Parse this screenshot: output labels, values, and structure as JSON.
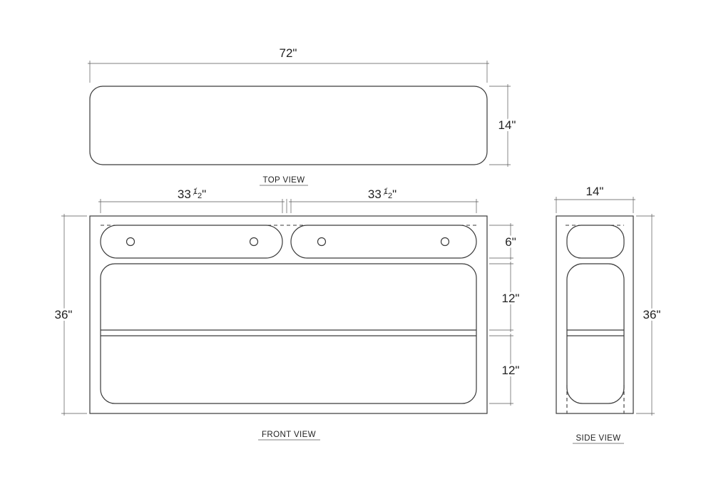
{
  "top_view": {
    "width_label": "72\"",
    "depth_label": "14\"",
    "caption": "TOP VIEW"
  },
  "front_view": {
    "left_drawer_width": {
      "whole": "33",
      "num": "1",
      "den": "2",
      "unit": "\""
    },
    "right_drawer_width": {
      "whole": "33",
      "num": "1",
      "den": "2",
      "unit": "\""
    },
    "height_label": "36\"",
    "drawer_height_label": "6\"",
    "upper_shelf_label": "12\"",
    "lower_shelf_label": "12\"",
    "caption": "FRONT VIEW"
  },
  "side_view": {
    "depth_label": "14\"",
    "height_label": "36\"",
    "caption": "SIDE VIEW"
  }
}
